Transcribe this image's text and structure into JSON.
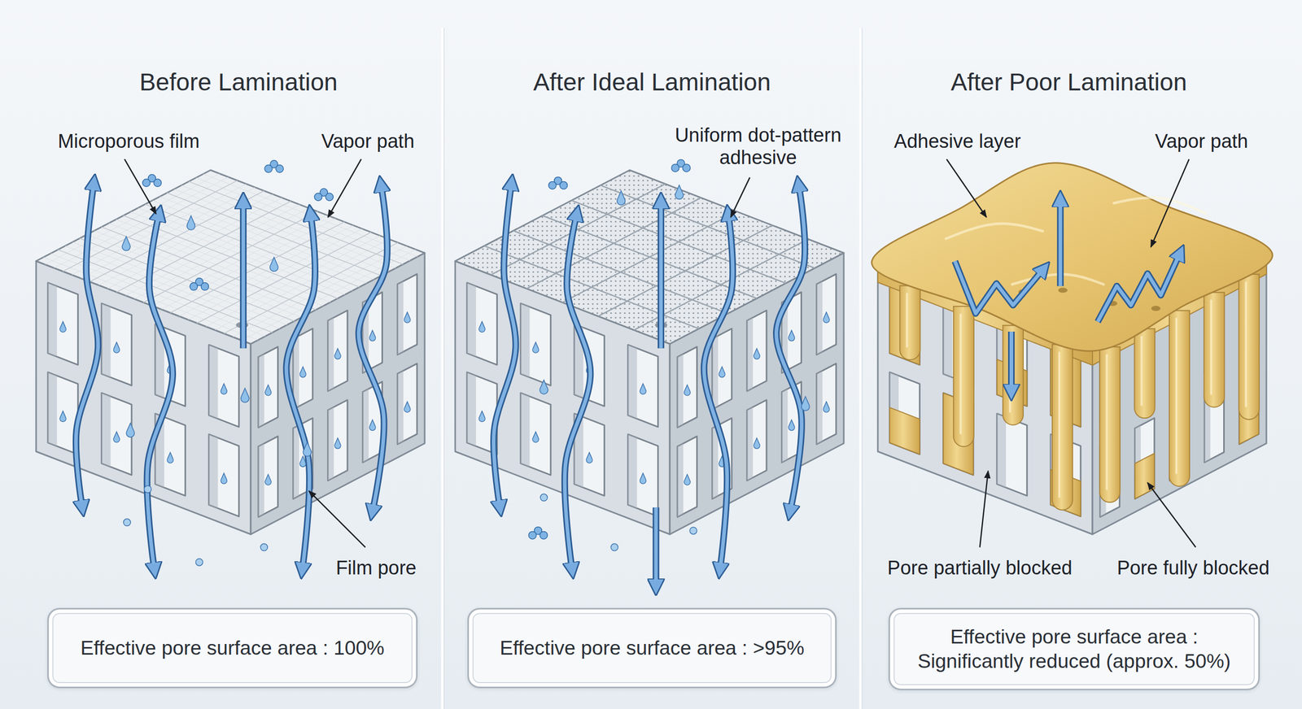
{
  "diagram": {
    "nodes": [
      {
        "text": [
          "Before Lamination"
        ]
      },
      {
        "text": [
          "Effective pore surface area : 100%"
        ],
        "in": 0
      },
      {
        "text": [
          "After Ideal Lamination"
        ]
      },
      {
        "text": [
          "Effective pore surface area : >95%"
        ],
        "in": 2
      },
      {
        "text": [
          "After Poor Lamination"
        ]
      },
      {
        "text": [
          "Effective pore surface area : Significantly reduced (approx. 50%)"
        ],
        "in": 4
      }
    ],
    "labels": [
      "Microporous film",
      "Vapor path",
      "Film pore",
      "Uniform dot-pattern adhesive",
      "Adhesive layer",
      "Vapor path",
      "Pore partially blocked",
      "Pore fully blocked"
    ]
  }
}
